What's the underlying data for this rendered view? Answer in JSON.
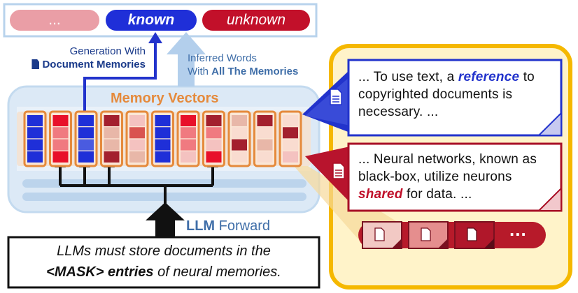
{
  "tokens": {
    "left": "...",
    "middle": "known",
    "right": "unknown"
  },
  "labels": {
    "generation_line1": "Generation With",
    "generation_line2": "Document Memories",
    "inferred_line1": "Inferred Words",
    "inferred_prefix": "With ",
    "inferred_bold": "All The Memories",
    "memory_vectors": "Memory Vectors",
    "llm_bold": "LLM",
    "llm_rest": " Forward"
  },
  "prompt": {
    "line1": "LLMs must store documents in the",
    "line2_bold": "<MASK> entries",
    "line2_rest": " of neural memories."
  },
  "doc_blue": {
    "p1": "... To use text, a ",
    "em": "reference",
    "p2": " to",
    "line2": "copyrighted documents is",
    "line3": "necessary. ..."
  },
  "doc_red": {
    "line1": "... Neural networks, known as",
    "line2": "black-box, utilize neurons",
    "em": "shared",
    "p2": " for data. ..."
  },
  "more": "...",
  "colors": {
    "blue": "#2233cc",
    "red": "#c0102a",
    "light_blue_panel": "#dce9f6",
    "panel_border": "#c3daef",
    "orange": "#e58a3c",
    "gold": "#f5b800",
    "navy_text": "#1a3a8a",
    "steel_text": "#3f6ea8"
  }
}
